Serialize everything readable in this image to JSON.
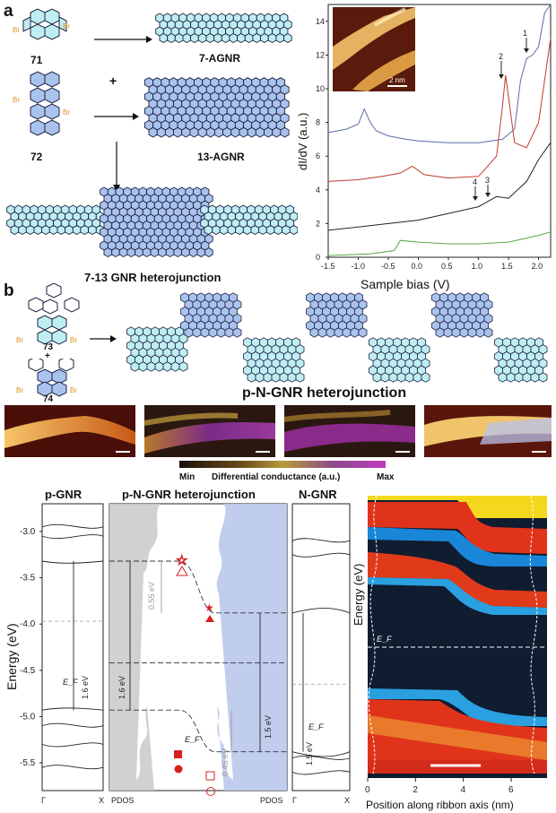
{
  "panel_a": {
    "letter": "a",
    "molecule_71": "71",
    "molecule_72": "72",
    "plus": "+",
    "agnr7": "7-AGNR",
    "agnr13": "13-AGNR",
    "hetero": "7-13 GNR heterojunction",
    "br": "Br"
  },
  "panel_b": {
    "letter": "b",
    "molecule_73": "73",
    "molecule_74": "74",
    "plus": "+",
    "title": "p-N-GNR heterojunction",
    "colorbar_min": "Min",
    "colorbar_label": "Differential conductance (a.u.)",
    "colorbar_max": "Max"
  },
  "colors": {
    "cyan_ring": "#bfeef2",
    "blue_ring": "#a9c3ee",
    "orange_br": "#e0901c",
    "navy_n": "#1a2e8a"
  },
  "chart_data": [
    {
      "type": "line",
      "id": "sts-spectra",
      "xlabel": "Sample bias (V)",
      "ylabel": "dI/dV (a.u.)",
      "xlim": [
        -1.5,
        2.2
      ],
      "ylim": [
        0,
        15
      ],
      "xticks": [
        "-1.5",
        "-1.0",
        "-0.5",
        "0.0",
        "0.5",
        "1.0",
        "1.5",
        "2.0"
      ],
      "yticks": [
        "0",
        "2",
        "4",
        "6",
        "8",
        "10",
        "12",
        "14"
      ],
      "inset_scale": "2 nm",
      "annotations": [
        "1",
        "2",
        "3",
        "4"
      ],
      "series": [
        {
          "color": "#5b6ea6",
          "x": [
            -1.5,
            -1.2,
            -1.0,
            -0.9,
            -0.8,
            -0.7,
            -0.5,
            -0.2,
            0.0,
            0.5,
            1.0,
            1.4,
            1.6,
            1.7,
            1.8,
            1.9,
            2.0,
            2.1,
            2.2
          ],
          "y": [
            7.4,
            7.6,
            7.9,
            8.8,
            8.0,
            7.5,
            7.2,
            7.0,
            6.9,
            6.8,
            6.8,
            7.0,
            7.6,
            10.5,
            11.8,
            12.0,
            12.5,
            14.5,
            15.0
          ]
        },
        {
          "color": "#c0392b",
          "x": [
            -1.5,
            -1.0,
            -0.6,
            -0.3,
            -0.1,
            0.1,
            0.5,
            1.0,
            1.3,
            1.4,
            1.45,
            1.5,
            1.6,
            1.8,
            2.0,
            2.2
          ],
          "y": [
            4.5,
            4.6,
            4.8,
            5.0,
            5.4,
            4.9,
            4.7,
            4.8,
            6.0,
            9.0,
            10.8,
            9.5,
            6.8,
            6.5,
            8.0,
            13.0
          ]
        },
        {
          "color": "#222222",
          "x": [
            -1.5,
            -1.0,
            -0.5,
            0.0,
            0.5,
            1.0,
            1.2,
            1.3,
            1.5,
            1.8,
            2.0,
            2.2
          ],
          "y": [
            1.6,
            1.8,
            2.0,
            2.2,
            2.6,
            3.0,
            3.4,
            3.6,
            3.5,
            4.5,
            5.8,
            6.8
          ]
        },
        {
          "color": "#5aa64a",
          "x": [
            -1.5,
            -0.8,
            -0.4,
            -0.3,
            0.0,
            0.5,
            1.0,
            1.5,
            2.0,
            2.2
          ],
          "y": [
            0.1,
            0.2,
            0.4,
            1.0,
            0.9,
            0.8,
            0.8,
            0.9,
            1.3,
            1.5
          ]
        }
      ]
    },
    {
      "type": "line",
      "id": "band-structure",
      "ylabel": "Energy (eV)",
      "ylim": [
        -5.8,
        -2.7
      ],
      "yticks": [
        "-3.0",
        "-3.5",
        "-4.0",
        "-4.5",
        "-5.0",
        "-5.5"
      ],
      "panels": {
        "pgnr": {
          "title": "p-GNR",
          "gap": "1.6 eV",
          "ef": "E_F",
          "xlabels": [
            "Γ",
            "X"
          ]
        },
        "hetero": {
          "title": "p-N-GNR heterojunction",
          "gap_left": "1.6 eV",
          "gap_right": "1.5 eV",
          "offset_top": "0.55 eV",
          "offset_bottom": "0.45 eV",
          "ef": "E_F",
          "pdos_left": "PDOS",
          "pdos_right": "PDOS"
        },
        "ngnr": {
          "title": "N-GNR",
          "gap": "1.5 eV",
          "ef": "E_F",
          "xlabels": [
            "Γ",
            "X"
          ]
        }
      },
      "levels": {
        "p_cb": -3.32,
        "p_vb": -4.93,
        "n_cb": -3.88,
        "n_vb": -5.38,
        "ef_p": -3.97,
        "ef_het": -4.42,
        "ef_n": -4.65
      }
    },
    {
      "type": "heatmap",
      "id": "ldos-map",
      "xlabel": "Position along ribbon axis (nm)",
      "ylabel": "Energy (eV)",
      "xlim": [
        0,
        7.5
      ],
      "xticks": [
        "0",
        "2",
        "4",
        "6"
      ],
      "ef": "E_F"
    }
  ]
}
